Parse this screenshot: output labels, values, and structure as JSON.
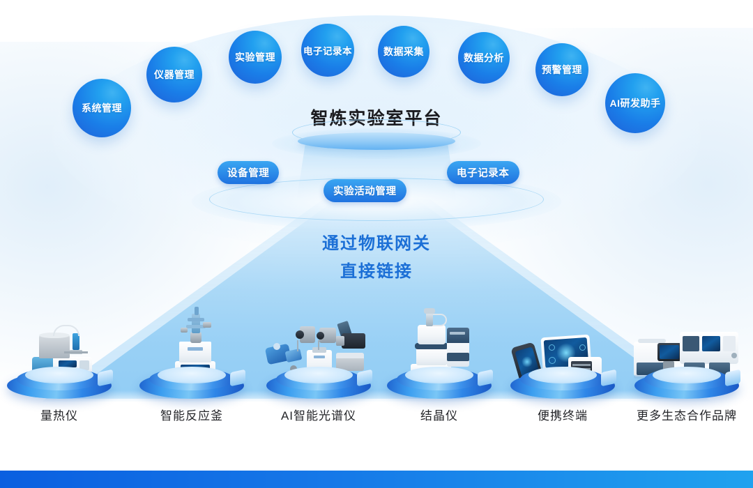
{
  "diagram": {
    "title": "智炼实验室平台",
    "gateway_text_line1": "通过物联网关",
    "gateway_text_line2": "直接链接",
    "accent_color": "#1f72e0",
    "bubble_color": "#1a7ee8",
    "title_color": "#1b1b1f",
    "gateway_text_color": "#1b6fd6",
    "bottom_bar_color": "#1679e8"
  },
  "modules": [
    {
      "label": "系统管理",
      "name": "bubble-system-management"
    },
    {
      "label": "仪器管理",
      "name": "bubble-instrument-management"
    },
    {
      "label": "实验管理",
      "name": "bubble-experiment-management"
    },
    {
      "label": "电子记录本",
      "name": "bubble-electronic-notebook"
    },
    {
      "label": "数据采集",
      "name": "bubble-data-collection"
    },
    {
      "label": "数据分析",
      "name": "bubble-data-analysis"
    },
    {
      "label": "预警管理",
      "name": "bubble-alert-management"
    },
    {
      "label": "AI研发助手",
      "name": "bubble-ai-rd-assistant"
    }
  ],
  "ring_pills": [
    {
      "label": "设备管理",
      "name": "pill-device-management"
    },
    {
      "label": "实验活动管理",
      "name": "pill-experiment-activity-management"
    },
    {
      "label": "电子记录本",
      "name": "pill-electronic-notebook"
    }
  ],
  "devices": [
    {
      "label": "量热仪",
      "name": "device-calorimeter"
    },
    {
      "label": "智能反应釜",
      "name": "device-smart-reactor"
    },
    {
      "label": "AI智能光谱仪",
      "name": "device-ai-spectrometer"
    },
    {
      "label": "结晶仪",
      "name": "device-crystallizer"
    },
    {
      "label": "便携终端",
      "name": "device-portable-terminal"
    },
    {
      "label": "更多生态合作品牌",
      "name": "device-more-partners"
    }
  ]
}
